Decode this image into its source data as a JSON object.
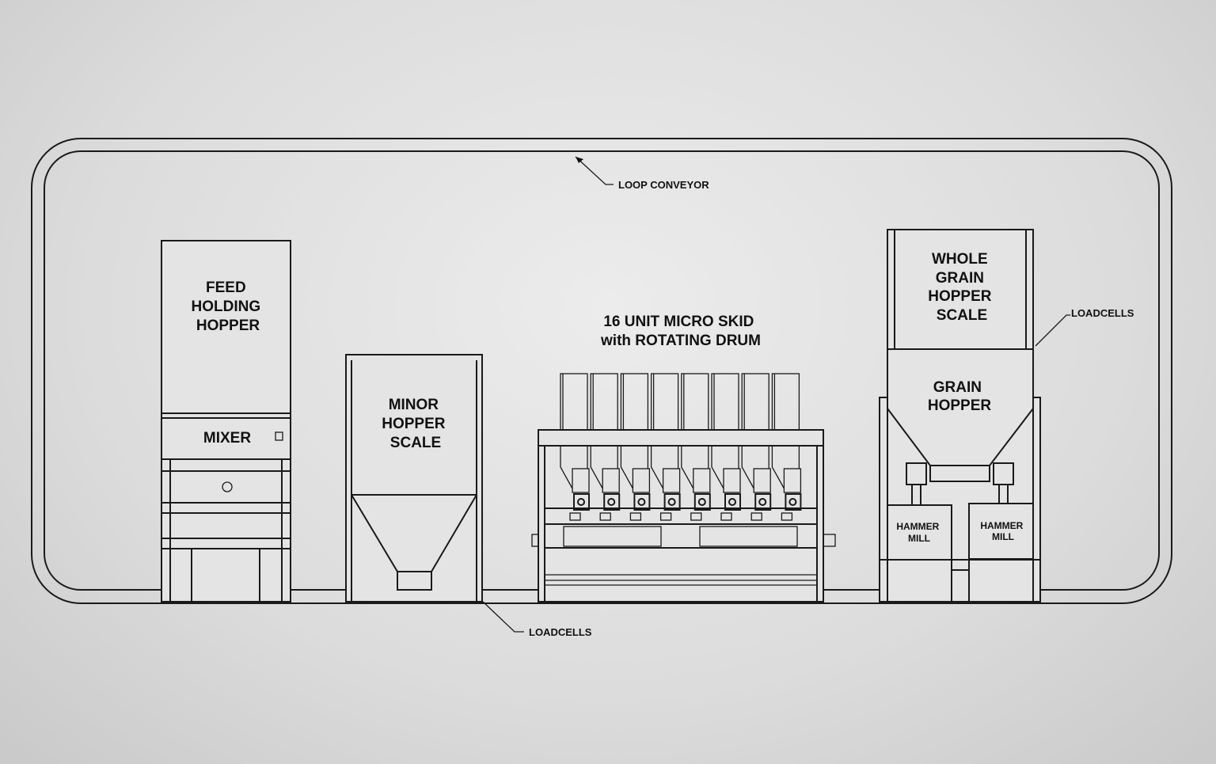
{
  "labels": {
    "loop_conveyor": "LOOP CONVEYOR",
    "feed_holding_hopper": [
      "FEED",
      "HOLDING",
      "HOPPER"
    ],
    "mixer": "MIXER",
    "minor_hopper_scale": [
      "MINOR",
      "HOPPER",
      "SCALE"
    ],
    "micro_skid": [
      "16 UNIT MICRO SKID",
      "with ROTATING DRUM"
    ],
    "whole_grain_hopper_scale": [
      "WHOLE",
      "GRAIN",
      "HOPPER",
      "SCALE"
    ],
    "grain_hopper": [
      "GRAIN",
      "HOPPER"
    ],
    "hammer_mill_left": [
      "HAMMER",
      "MILL"
    ],
    "hammer_mill_right": [
      "HAMMER",
      "MILL"
    ],
    "loadcells_bottom": "LOADCELLS",
    "loadcells_right": "LOADCELLS"
  },
  "colors": {
    "line": "#1a1a1a",
    "background": "#dcdcdc"
  }
}
